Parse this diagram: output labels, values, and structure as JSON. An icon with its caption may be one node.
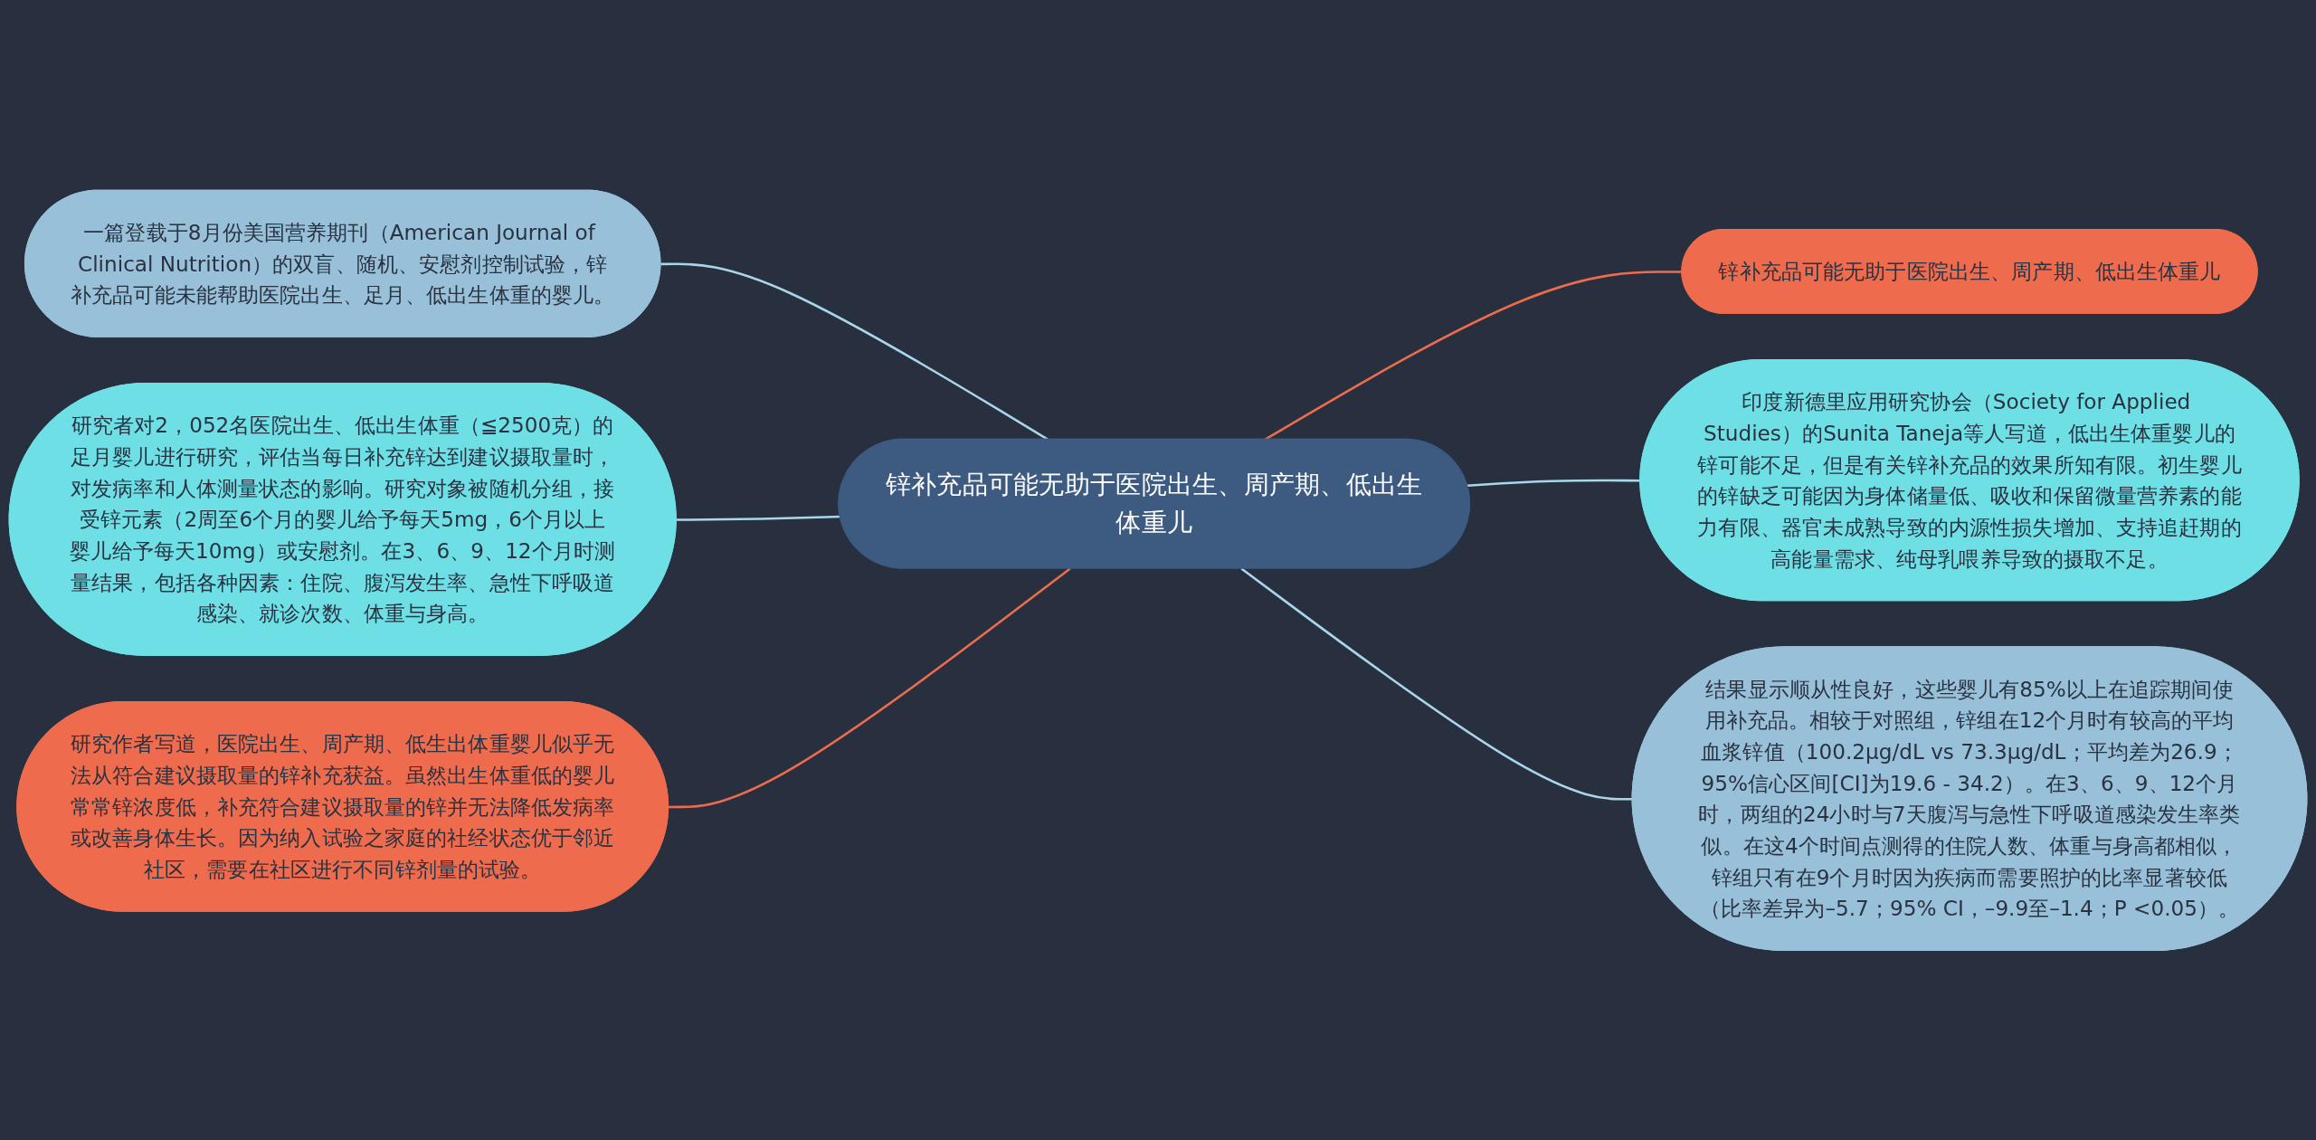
{
  "diagram": {
    "nodes": [
      {
        "text": [
          "锌补充品可能无助于医院出生、周产期、低出生体重儿"
        ]
      },
      {
        "text": [
          "一篇登载于8月份美国营养期刊（American Journal of Clinical Nutrition）的双盲、随机、安慰剂控制试验，锌补充品可能未能帮助医院出生、足月、低出生体重的婴儿。"
        ]
      },
      {
        "text": [
          "研究者对2，052名医院出生、低出生体重（≦2500克）的足月婴儿进行研究，评估当每日补充锌达到建议摄取量时，对发病率和人体测量状态的影响。研究对象被随机分组，接受锌元素（2周至6个月的婴儿给予每天5mg，6个月以上婴儿给予每天10mg）或安慰剂。在3、6、9、12个月时测量结果，包括各种因素：住院、腹泻发生率、急性下呼吸道感染、就诊次数、体重与身高。"
        ]
      },
      {
        "text": [
          "研究作者写道，医院出生、周产期、低生出体重婴儿似乎无法从符合建议摄取量的锌补充获益。虽然出生体重低的婴儿常常锌浓度低，补充符合建议摄取量的锌并无法降低发病率或改善身体生长。因为纳入试验之家庭的社经状态优于邻近社区，需要在社区进行不同锌剂量的试验。"
        ]
      },
      {
        "text": [
          "锌补充品可能无助于医院出生、周产期、低出生体重儿"
        ]
      },
      {
        "text": [
          "印度新德里应用研究协会（Society for Applied Studies）的Sunita Taneja等人写道，低出生体重婴儿的锌可能不足，但是有关锌补充品的效果所知有限。初生婴儿的锌缺乏可能因为身体储量低、吸收和保留微量营养素的能力有限、器官未成熟导致的内源性损失增加、支持追赶期的高能量需求、纯母乳喂养导致的摄取不足。"
        ]
      },
      {
        "text": [
          "结果显示顺从性良好，这些婴儿有85%以上在追踪期间使用补充品。相较于对照组，锌组在12个月时有较高的平均血浆锌值（100.2μg/dL vs 73.3μg/dL；平均差为26.9；95%信心区间[CI]为19.6 - 34.2）。在3、6、9、12个月时，两组的24小时与7天腹泻与急性下呼吸道感染发生率类似。在这4个时间点测得的住院人数、体重与身高都相似，锌组只有在9个月时因为疾病而需要照护的比率显著较低（比率差异为–5.7；95% CI，–9.9至–1.4；P <0.05）。"
        ]
      }
    ],
    "edges": [
      {
        "from": 1,
        "to": 0,
        "arrow": "none"
      },
      {
        "from": 2,
        "to": 0,
        "arrow": "none"
      },
      {
        "from": 3,
        "to": 0,
        "arrow": "none",
        "color": "#ee6c4d"
      },
      {
        "from": 0,
        "to": 4,
        "arrow": "none",
        "color": "#ee6c4d"
      },
      {
        "from": 0,
        "to": 5,
        "arrow": "none"
      },
      {
        "from": 0,
        "to": 6,
        "arrow": "none"
      }
    ]
  }
}
